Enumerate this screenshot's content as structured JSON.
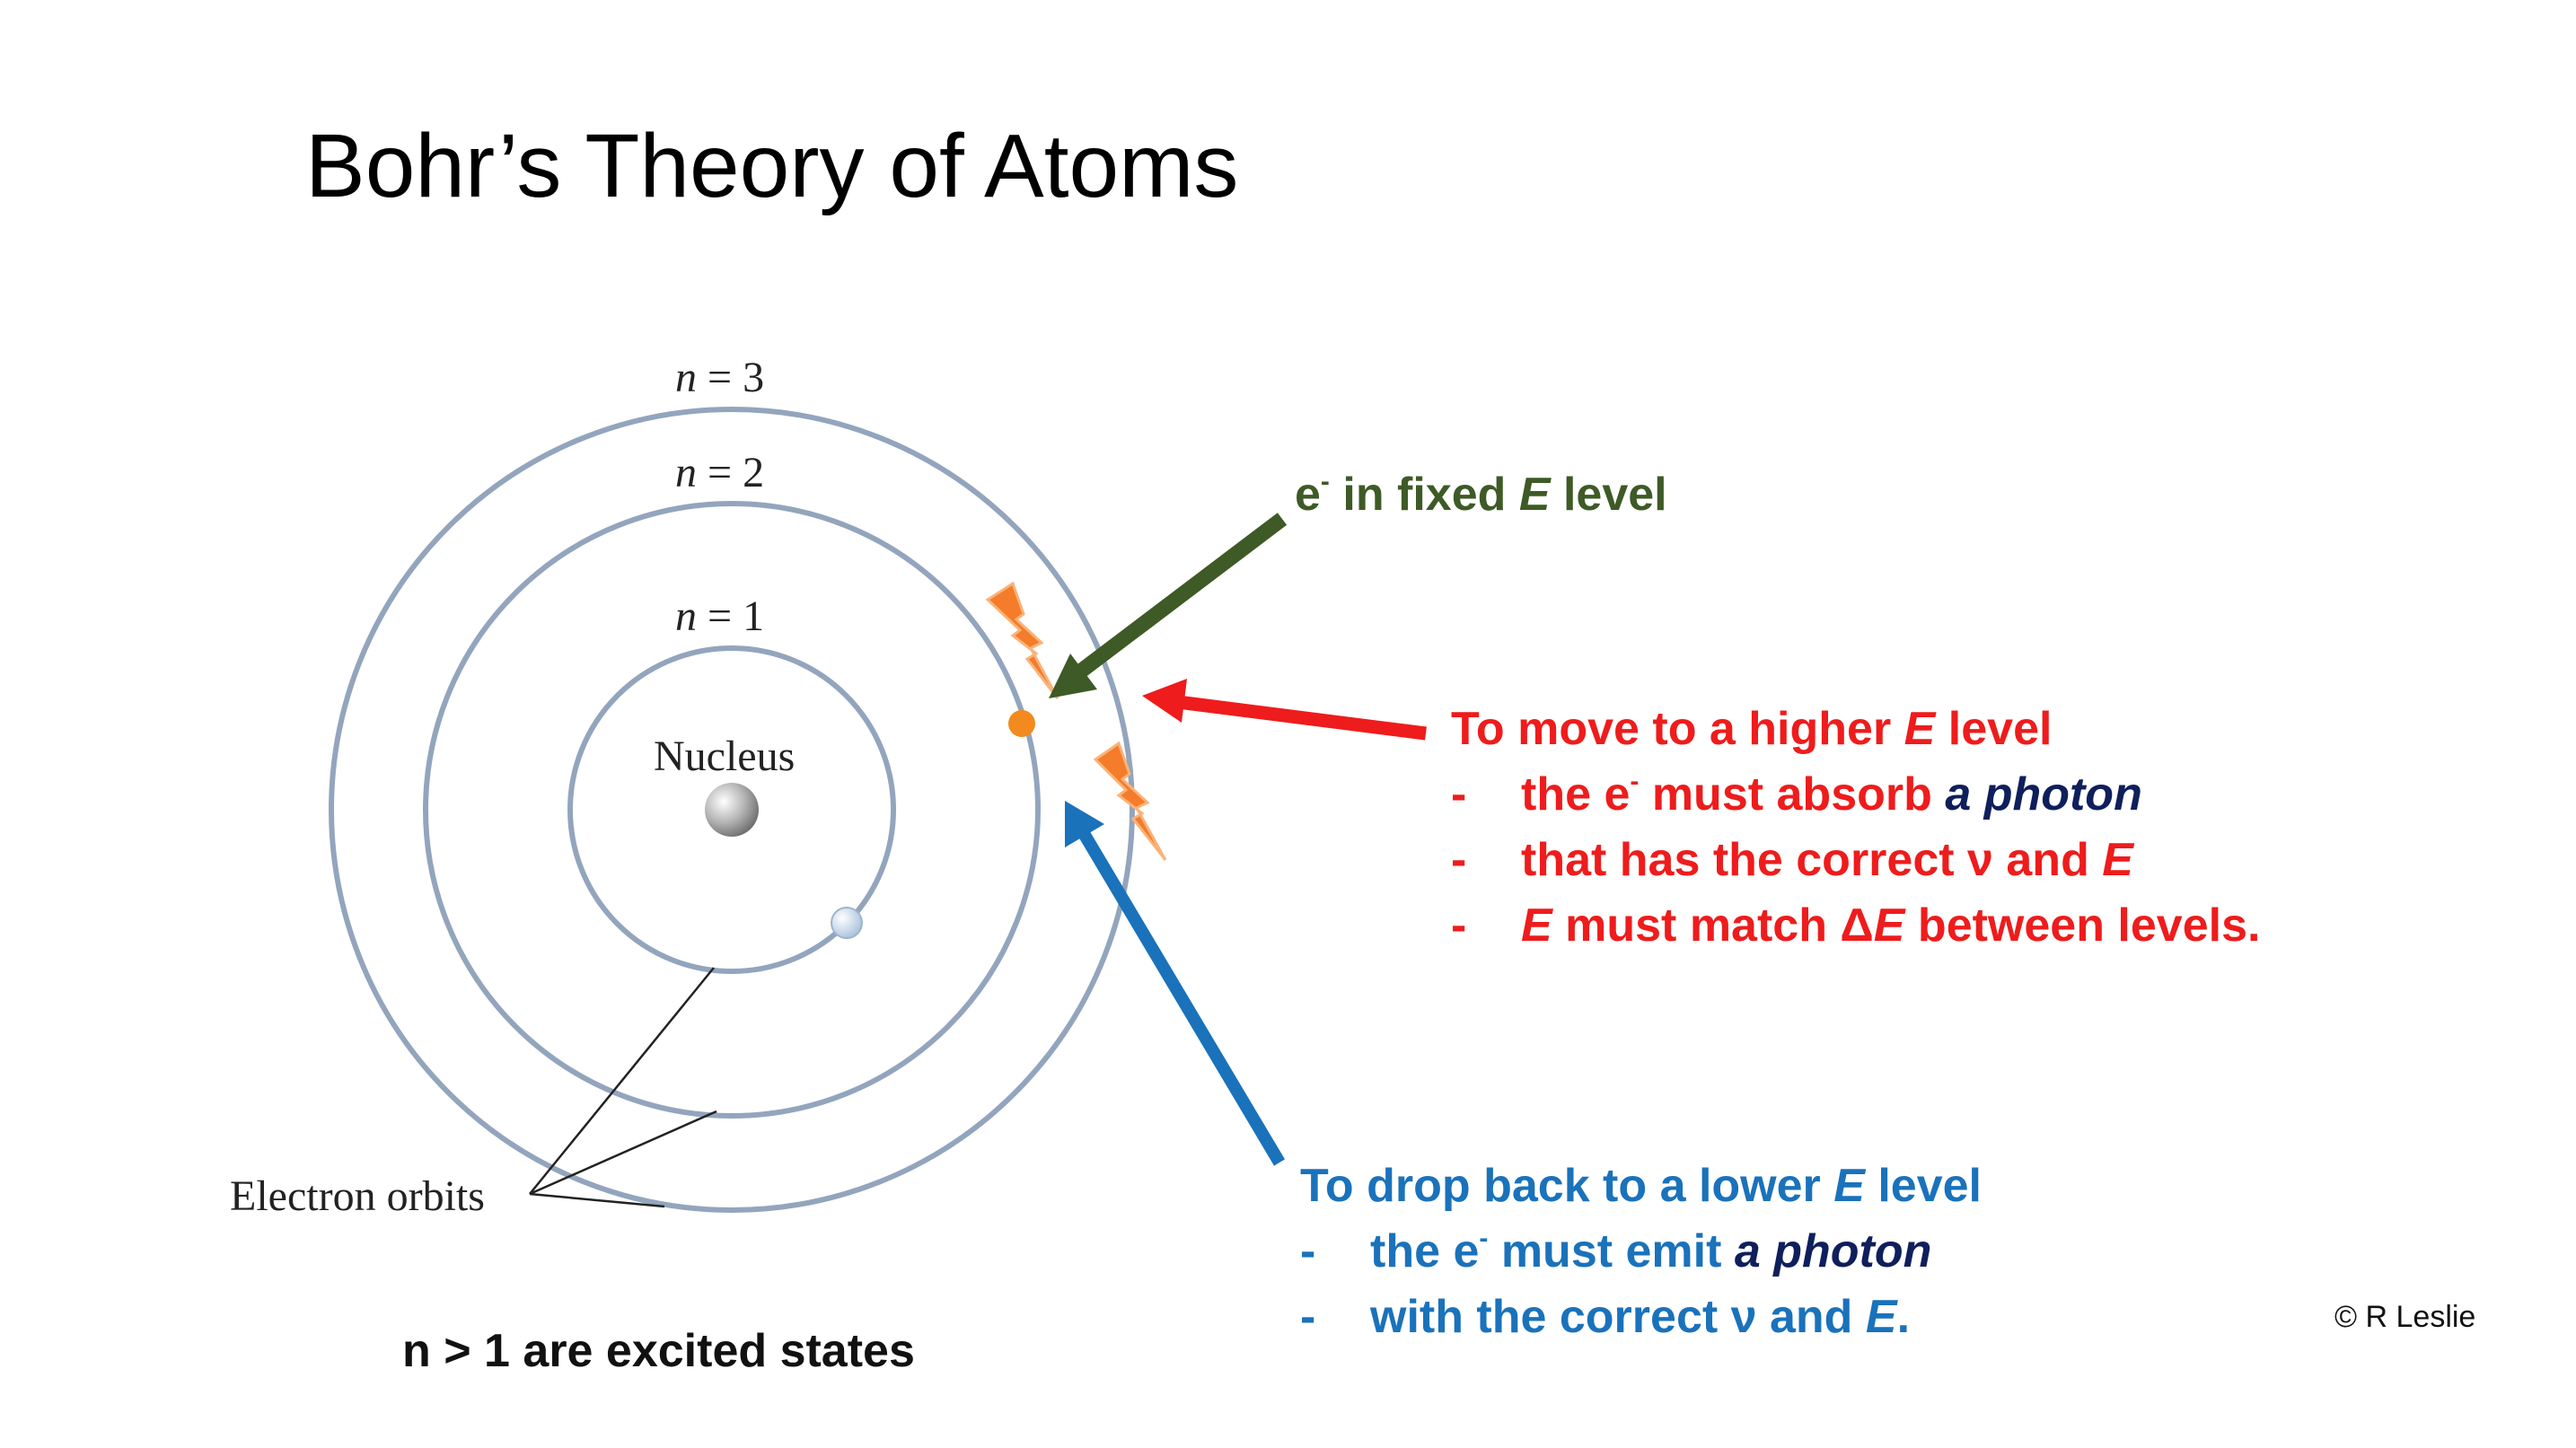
{
  "slide": {
    "title": "Bohr’s Theory of Atoms",
    "copyright": "© R Leslie",
    "footer_note": "n > 1 are excited states"
  },
  "diagram": {
    "orbit_labels": {
      "n1": {
        "var": "n",
        "rest": " = 1"
      },
      "n2": {
        "var": "n",
        "rest": " = 2"
      },
      "n3": {
        "var": "n",
        "rest": " = 3"
      }
    },
    "nucleus_label": "Nucleus",
    "electron_orbits_label": "Electron orbits"
  },
  "fixed_level": {
    "e": "e",
    "sup": "-",
    "mid": " in fixed ",
    "E": "E",
    "end": " level"
  },
  "absorb": {
    "heading_pre": "To move to a higher ",
    "heading_E": "E",
    "heading_post": " level",
    "dash": "-",
    "b1_pre": "the e",
    "b1_sup": "-",
    "b1_mid": " must absorb ",
    "b1_photon": "a photon",
    "b2_pre": "that has the correct ν and ",
    "b2_E": "E",
    "b3_E": "E",
    "b3_mid": " must match Δ",
    "b3_E2": "E",
    "b3_post": " between levels."
  },
  "emit": {
    "heading_pre": "To drop back to a lower ",
    "heading_E": "E",
    "heading_post": " level",
    "dash": "-",
    "b1_pre": "the e",
    "b1_sup": "-",
    "b1_mid": " must emit ",
    "b1_photon": "a photon",
    "b2_pre": "with the correct ν and ",
    "b2_E": "E",
    "b2_post": "."
  },
  "colors": {
    "orbit": "#93a5bd",
    "green_arrow": "#3e5a26",
    "red_arrow": "#ee1c1c",
    "blue_arrow": "#1a72bb",
    "electron_orange": "#f28a1e",
    "lightning": "#f47c2a"
  }
}
